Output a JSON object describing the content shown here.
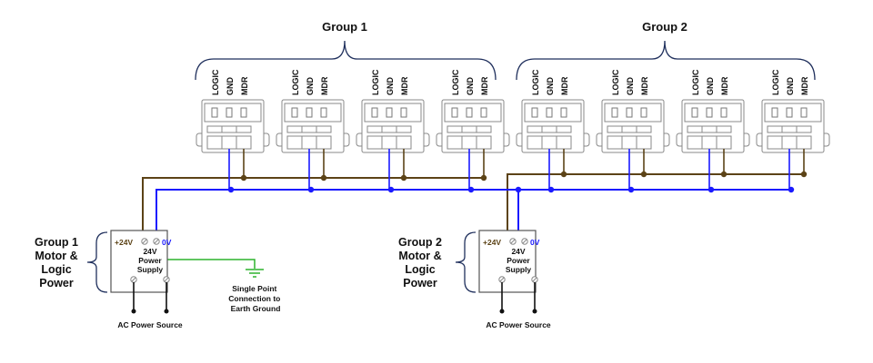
{
  "groups": [
    {
      "title": "Group 1",
      "power_label": [
        "Group 1",
        "Motor &",
        "Logic",
        "Power"
      ]
    },
    {
      "title": "Group 2",
      "power_label": [
        "Group 2",
        "Motor &",
        "Logic",
        "Power"
      ]
    }
  ],
  "connector_pins": [
    "LOGIC",
    "GND",
    "MDR"
  ],
  "connectors_per_group": 4,
  "power_supply": {
    "plus_label": "+24V",
    "zero_label": "0V",
    "title": [
      "24V",
      "Power",
      "Supply"
    ],
    "ac_label": "AC Power Source"
  },
  "ground_label": [
    "Single Point",
    "Connection to",
    "Earth Ground"
  ],
  "colors": {
    "plus24": "#5c4317",
    "zero": "#1a1aff",
    "ground": "#2db32d",
    "ac": "#111111",
    "brace": "#1f2f5c"
  }
}
